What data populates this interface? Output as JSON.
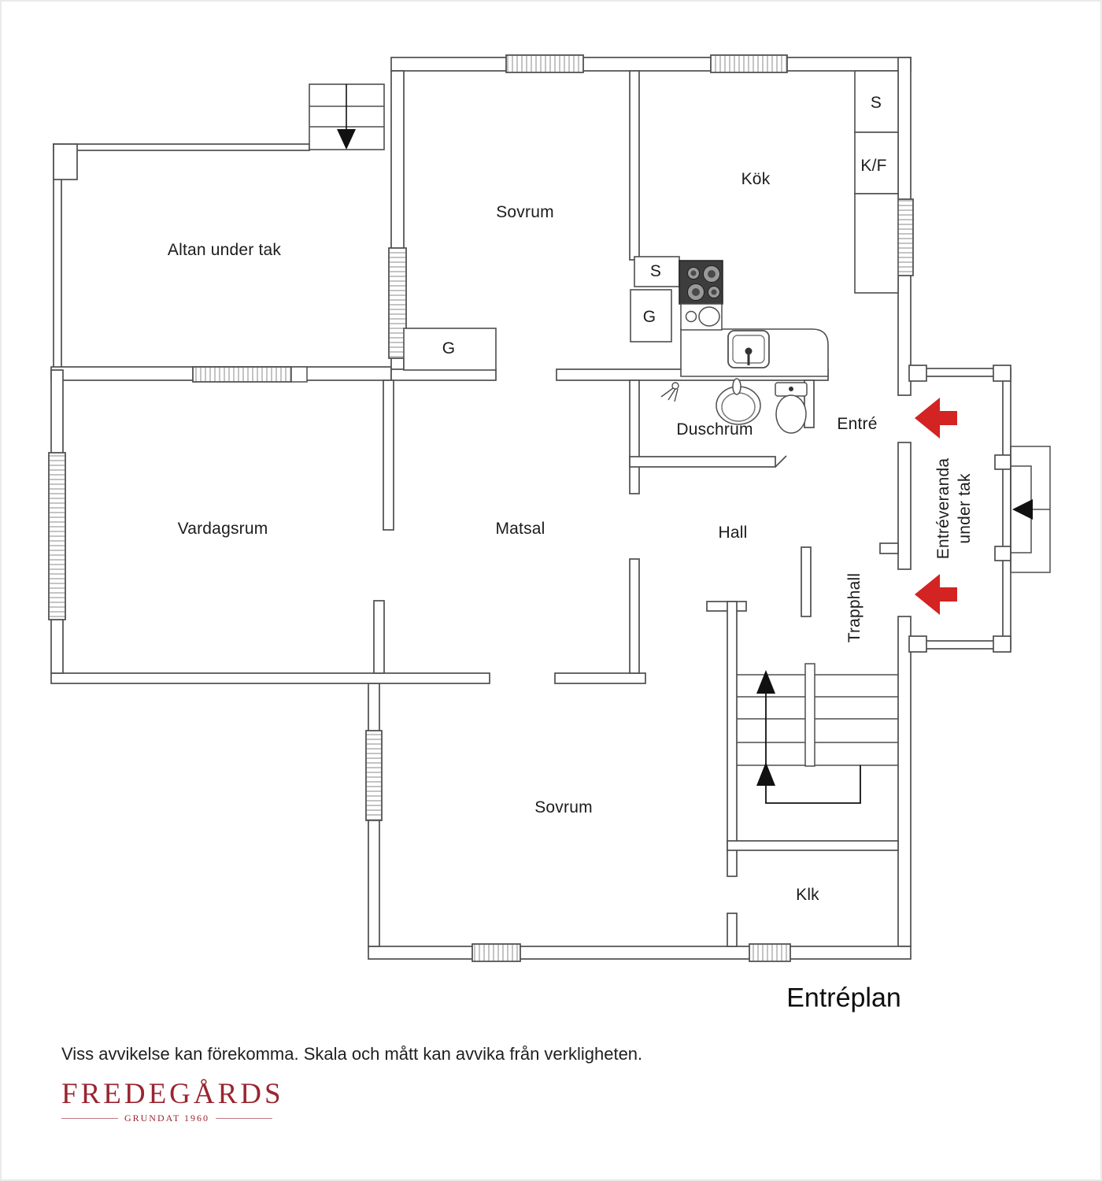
{
  "floor_title": "Entréplan",
  "disclaimer": "Viss avvikelse kan förekomma. Skala och mått kan avvika från verkligheten.",
  "logo": {
    "name": "FREDEGÅRDS",
    "subtitle": "GRUNDAT 1960",
    "color": "#9a2531"
  },
  "colors": {
    "wall": "#4e4e4e",
    "text": "#1c1c1c",
    "entry_arrow_red": "#d32322",
    "direction_arrow_black": "#111111",
    "stove": "#3d3d3d",
    "window_hatch": "#8a8a8a",
    "logo_red": "#9a2531"
  },
  "rooms": [
    {
      "id": "altan",
      "label": "Altan under tak"
    },
    {
      "id": "sovrum-nw",
      "label": "Sovrum"
    },
    {
      "id": "kok",
      "label": "Kök"
    },
    {
      "id": "duschrum",
      "label": "Duschrum"
    },
    {
      "id": "entre",
      "label": "Entré"
    },
    {
      "id": "vardagsrum",
      "label": "Vardagsrum"
    },
    {
      "id": "matsal",
      "label": "Matsal"
    },
    {
      "id": "hall",
      "label": "Hall"
    },
    {
      "id": "trapphall",
      "label": "Trapphall"
    },
    {
      "id": "entreveranda",
      "label": "Entréveranda",
      "label2": "under tak"
    },
    {
      "id": "sovrum-s",
      "label": "Sovrum"
    },
    {
      "id": "klk",
      "label": "Klk"
    }
  ],
  "storage": [
    {
      "id": "s-cabinet",
      "label": "S"
    },
    {
      "id": "kf-cabinet",
      "label": "K/F"
    },
    {
      "id": "s-closet",
      "label": "S"
    },
    {
      "id": "g-closet",
      "label": "G"
    },
    {
      "id": "g-sovrum",
      "label": "G"
    }
  ],
  "icons": {
    "entry-arrow-icon": "red arrow pointing left (entrance)",
    "stairs-up-arrow-icon": "black arrow up (staircase direction)",
    "stairs-down-arrow-icon": "black arrow down (exterior steps)",
    "steps-left-arrow-icon": "black arrow left (east exterior steps)",
    "stove-icon": "4-burner cooktop",
    "kitchen-sink-icon": "counter sink with faucet",
    "prep-sink-icon": "small double sink",
    "washbasin-icon": "bathroom washbasin",
    "toilet-icon": "toilet",
    "shower-icon": "shower fitting"
  }
}
